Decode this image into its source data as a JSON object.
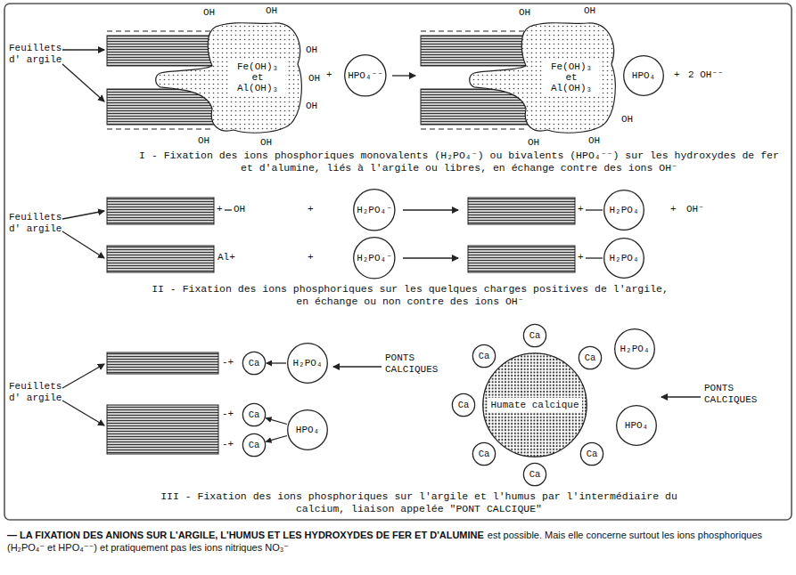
{
  "diagram": {
    "caption": "— LA FIXATION DES ANIONS SUR L'ARGILE, L'HUMUS ET LES HYDROXYDES DE FER ET D'ALUMINE",
    "nodes": [
      {
        "text": [
          "Fe(OH)₃ et Al(OH)₃"
        ]
      },
      {
        "text": [
          "HPO₄⁻⁻"
        ]
      },
      {
        "text": [
          "Fe(OH)₃ et Al(OH)₃"
        ]
      },
      {
        "text": [
          "HPO₄"
        ]
      },
      {
        "text": [
          "H₂PO₄⁻"
        ]
      },
      {
        "text": [
          "H₂PO₄"
        ]
      },
      {
        "text": [
          "H₂PO₄⁻"
        ]
      },
      {
        "text": [
          "H₂PO₄"
        ]
      },
      {
        "text": [
          "Ca"
        ]
      },
      {
        "text": [
          "H₂PO₄"
        ]
      },
      {
        "text": [
          "Ca"
        ]
      },
      {
        "text": [
          "Ca"
        ]
      },
      {
        "text": [
          "HPO₄"
        ]
      },
      {
        "text": [
          "Humate calcique"
        ]
      },
      {
        "text": [
          "Ca"
        ]
      },
      {
        "text": [
          "Ca"
        ]
      },
      {
        "text": [
          "Ca"
        ]
      },
      {
        "text": [
          "Ca"
        ]
      },
      {
        "text": [
          "Ca"
        ]
      },
      {
        "text": [
          "Ca"
        ]
      },
      {
        "text": [
          "Ca"
        ]
      },
      {
        "text": [
          "H₂PO₄"
        ]
      },
      {
        "text": [
          "HPO₄"
        ]
      }
    ],
    "edges": [
      {
        "from": 9,
        "to": 8,
        "arrow": "to"
      },
      {
        "from": 12,
        "to": 10,
        "arrow": "to"
      },
      {
        "from": 12,
        "to": 11,
        "arrow": "to"
      }
    ],
    "labels": [
      "Feuillets d' argile",
      "OH",
      "OH",
      "OH",
      "OH",
      "OH",
      "OH",
      "OH",
      "OH",
      "OH",
      "OH",
      "OH",
      "OH",
      "+",
      "+",
      "2 OH⁻⁻",
      "I - Fixation des ions phosphoriques monovalents (H₂PO₄⁻) ou bivalents (HPO₄⁻⁻) sur les hydroxydes de fer et d'alumine, liés à l'argile ou libres, en échange contre des ions OH⁻",
      "Feuillets d' argile",
      "+",
      "OH",
      "+",
      "+",
      "+",
      "OH⁻",
      "Al+",
      "+",
      "+",
      "II - Fixation des ions phosphoriques sur les quelques charges positives de l'argile, en échange ou non contre des ions OH⁻",
      "Feuillets d' argile",
      "-+",
      "-+",
      "-+",
      "PONTS CALCIQUES",
      "PONTS CALCIQUES",
      "III - Fixation des ions phosphoriques sur l'argile et l'humus par l'intermédiaire du calcium, liaison appelée \"PONT CALCIQUE\"",
      "est possible. Mais elle concerne surtout les ions phosphoriques (H₂PO₄⁻ et HPO₄⁻⁻) et pratiquement pas les ions nitriques NO₃⁻"
    ]
  }
}
